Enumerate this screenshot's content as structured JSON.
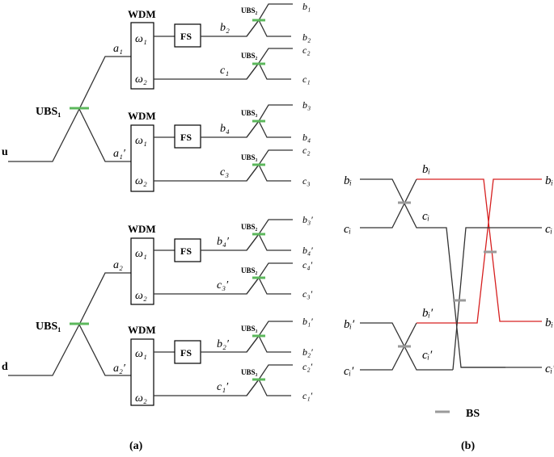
{
  "labels": {
    "wdm": "WDM",
    "fs": "FS",
    "ubs1": "UBS₁",
    "ubs2": "UBS₂",
    "ubs3": "UBS₃",
    "bs": "BS",
    "input_u": "u",
    "input_d": "d",
    "omega1": "ω₁",
    "omega2": "ω₂",
    "panel_a": "(a)",
    "panel_b": "(b)"
  },
  "panel_a": {
    "top": {
      "branch_upper": "a₁",
      "branch_lower": "a₁′",
      "mode1": "b₂",
      "mode2": "c₁",
      "mode3": "b₄",
      "mode4": "c₃",
      "outputs": [
        "b₁",
        "b₂",
        "c₂",
        "c₁",
        "b₃",
        "b₄",
        "c₂",
        "c₃"
      ]
    },
    "bottom": {
      "branch_upper": "a₂",
      "branch_lower": "a₂′",
      "mode1": "b₄′",
      "mode2": "c₃′",
      "mode3": "b₂′",
      "mode4": "c₁′",
      "outputs": [
        "b₃′",
        "b₄′",
        "c₄′",
        "c₃′",
        "b₁′",
        "b₂′",
        "c₂′",
        "c₁′"
      ]
    }
  },
  "panel_b": {
    "in_bi": "bᵢ",
    "in_ci": "cᵢ",
    "in_bpi": "bᵢ′",
    "in_cpi": "cᵢ′",
    "mid_bi": "bᵢ",
    "mid_ci": "cᵢ",
    "mid_bpi": "bᵢ′",
    "mid_cpi": "cᵢ′",
    "out_bi": "bᵢ",
    "out_ci": "cᵢ",
    "out_bpi": "bᵢ′",
    "out_cpi": "cᵢ′"
  },
  "colors": {
    "ubs_marker": "#5cb85c",
    "bs_marker": "#9a9a9a",
    "highlight": "#d62020"
  }
}
